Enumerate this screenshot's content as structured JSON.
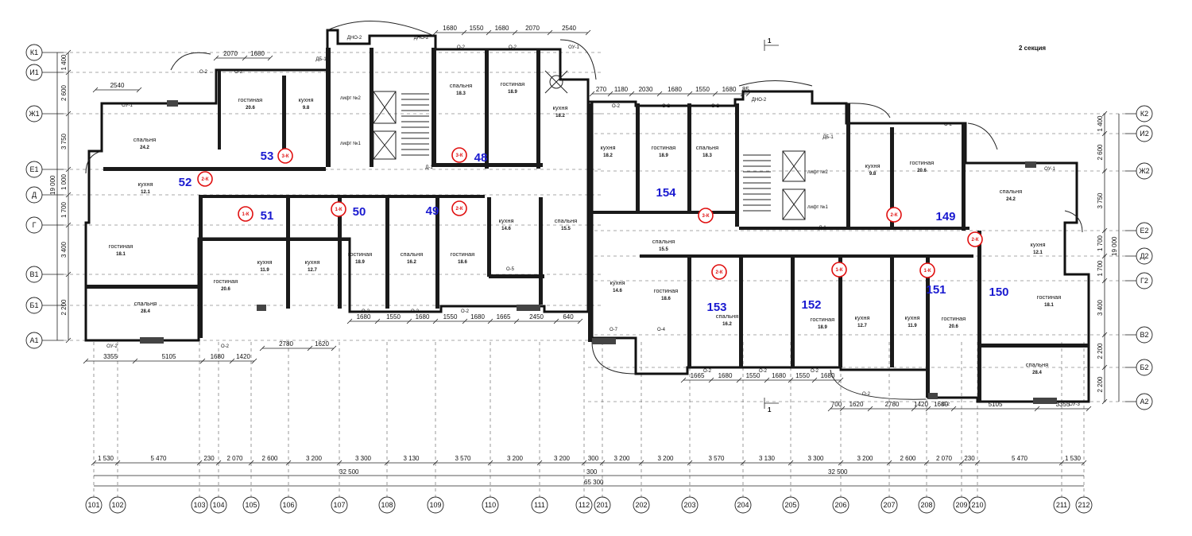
{
  "sheet": {
    "label": "2 секция",
    "section_mark": "1"
  },
  "top_axes_left": [
    "К1",
    "И1",
    "Ж1",
    "Е1",
    "Д",
    "Г",
    "В1",
    "Б1",
    "А1"
  ],
  "right_axes": [
    "К2",
    "И2",
    "Ж2",
    "Е2",
    "Д2",
    "Г2",
    "В2",
    "Б2",
    "А2"
  ],
  "bottom_axes": [
    "101",
    "102",
    "103",
    "104",
    "105",
    "106",
    "107",
    "108",
    "109",
    "110",
    "111",
    "112",
    "201",
    "202",
    "203",
    "204",
    "205",
    "206",
    "207",
    "208",
    "209",
    "210",
    "211",
    "212"
  ],
  "bottom_dims": [
    "1 530",
    "5 470",
    "230",
    "2 070",
    "2 600",
    "3 200",
    "3 300",
    "3 130",
    "3 570",
    "3 200",
    "3 200",
    "300",
    "3 200",
    "3 200",
    "3 570",
    "3 130",
    "3 300",
    "3 200",
    "2 600",
    "2 070",
    "230",
    "5 470",
    "1 530"
  ],
  "bottom_totals": {
    "left": "32 500",
    "right": "32 500",
    "mid": "300",
    "overall": "65 300"
  },
  "left_dims": [
    "1 400",
    "2 600",
    "3 750",
    "1 000",
    "1 700",
    "3 400",
    "2 200"
  ],
  "left_total": "19 000",
  "right_dims": [
    "1 400",
    "2 600",
    "3 750",
    "1 700",
    "1 700",
    "3 400",
    "2 200",
    "2 200"
  ],
  "right_total": "19 000",
  "top_dims": [
    "1680",
    "1550",
    "1680",
    "2070",
    "2540"
  ],
  "top_dims2": [
    "2070",
    "1680"
  ],
  "left_top_dim": "2540",
  "left_bottom_dims": [
    "3355",
    "5105",
    "1680",
    "1420"
  ],
  "left_bottom_dims2": [
    "2780",
    "1620"
  ],
  "mid_bottom_dims": [
    "1680",
    "1550",
    "1680",
    "1550",
    "1680",
    "1665",
    "2450",
    "640"
  ],
  "right_bottom_dims": [
    "1665",
    "1680",
    "1550",
    "1680",
    "1550",
    "1680"
  ],
  "right_bottom_dims2": [
    "700",
    "1620",
    "2780",
    "1420",
    "1680",
    "5105",
    "3355"
  ],
  "right_top_dims": [
    "270",
    "1180",
    "2030",
    "1680",
    "1550",
    "1680",
    "85"
  ],
  "apartments": [
    {
      "num": "53"
    },
    {
      "num": "52"
    },
    {
      "num": "51"
    },
    {
      "num": "50"
    },
    {
      "num": "49"
    },
    {
      "num": "48"
    },
    {
      "num": "154"
    },
    {
      "num": "153"
    },
    {
      "num": "152"
    },
    {
      "num": "151"
    },
    {
      "num": "150"
    },
    {
      "num": "149"
    }
  ],
  "rooms": [
    {
      "name": "гостиная",
      "area": "20.6"
    },
    {
      "name": "кухня",
      "area": "9.8"
    },
    {
      "name": "спальня",
      "area": "24.2"
    },
    {
      "name": "кухня",
      "area": "12.1"
    },
    {
      "name": "гостиная",
      "area": "18.1"
    },
    {
      "name": "спальня",
      "area": "28.4"
    },
    {
      "name": "гостиная",
      "area": "20.6"
    },
    {
      "name": "кухня",
      "area": "11.9"
    },
    {
      "name": "кухня",
      "area": "12.7"
    },
    {
      "name": "гостиная",
      "area": "18.9"
    },
    {
      "name": "спальня",
      "area": "16.2"
    },
    {
      "name": "гостиная",
      "area": "18.6"
    },
    {
      "name": "кухня",
      "area": "14.6"
    },
    {
      "name": "спальня",
      "area": "15.5"
    },
    {
      "name": "спальня",
      "area": "18.3"
    },
    {
      "name": "гостиная",
      "area": "18.9"
    },
    {
      "name": "кухня",
      "area": "18.2"
    },
    {
      "name": "кухня",
      "area": "18.2"
    },
    {
      "name": "гостиная",
      "area": "18.9"
    },
    {
      "name": "спальня",
      "area": "18.3"
    },
    {
      "name": "спальня",
      "area": "15.5"
    },
    {
      "name": "кухня",
      "area": "14.6"
    },
    {
      "name": "гостиная",
      "area": "18.6"
    },
    {
      "name": "спальня",
      "area": "16.2"
    },
    {
      "name": "гостиная",
      "area": "18.9"
    },
    {
      "name": "кухня",
      "area": "12.7"
    },
    {
      "name": "кухня",
      "area": "11.9"
    },
    {
      "name": "гостиная",
      "area": "20.6"
    },
    {
      "name": "кухня",
      "area": "9.8"
    },
    {
      "name": "гостиная",
      "area": "20.6"
    },
    {
      "name": "спальня",
      "area": "24.2"
    },
    {
      "name": "кухня",
      "area": "12.1"
    },
    {
      "name": "гостиная",
      "area": "18.1"
    },
    {
      "name": "спальня",
      "area": "28.4"
    }
  ],
  "badges": [
    "2-К",
    "3-К",
    "1-К",
    "1-К",
    "2-К",
    "3-К",
    "3-К",
    "2-К",
    "2-К",
    "2-К",
    "1-К",
    "1-К"
  ],
  "lift_label": "лифт №2",
  "lift_label2": "лифт №1",
  "window_labels": [
    "О-2",
    "ОУ-1",
    "ОУ-2",
    "ОУ-3",
    "О-5",
    "О-4",
    "О-7",
    "ДБ-1",
    "ДНО-2",
    "Д-1"
  ],
  "colors": {
    "apt_number": "#1a1ad0",
    "badge": "#e01010",
    "walls": "#1a1a1a"
  }
}
